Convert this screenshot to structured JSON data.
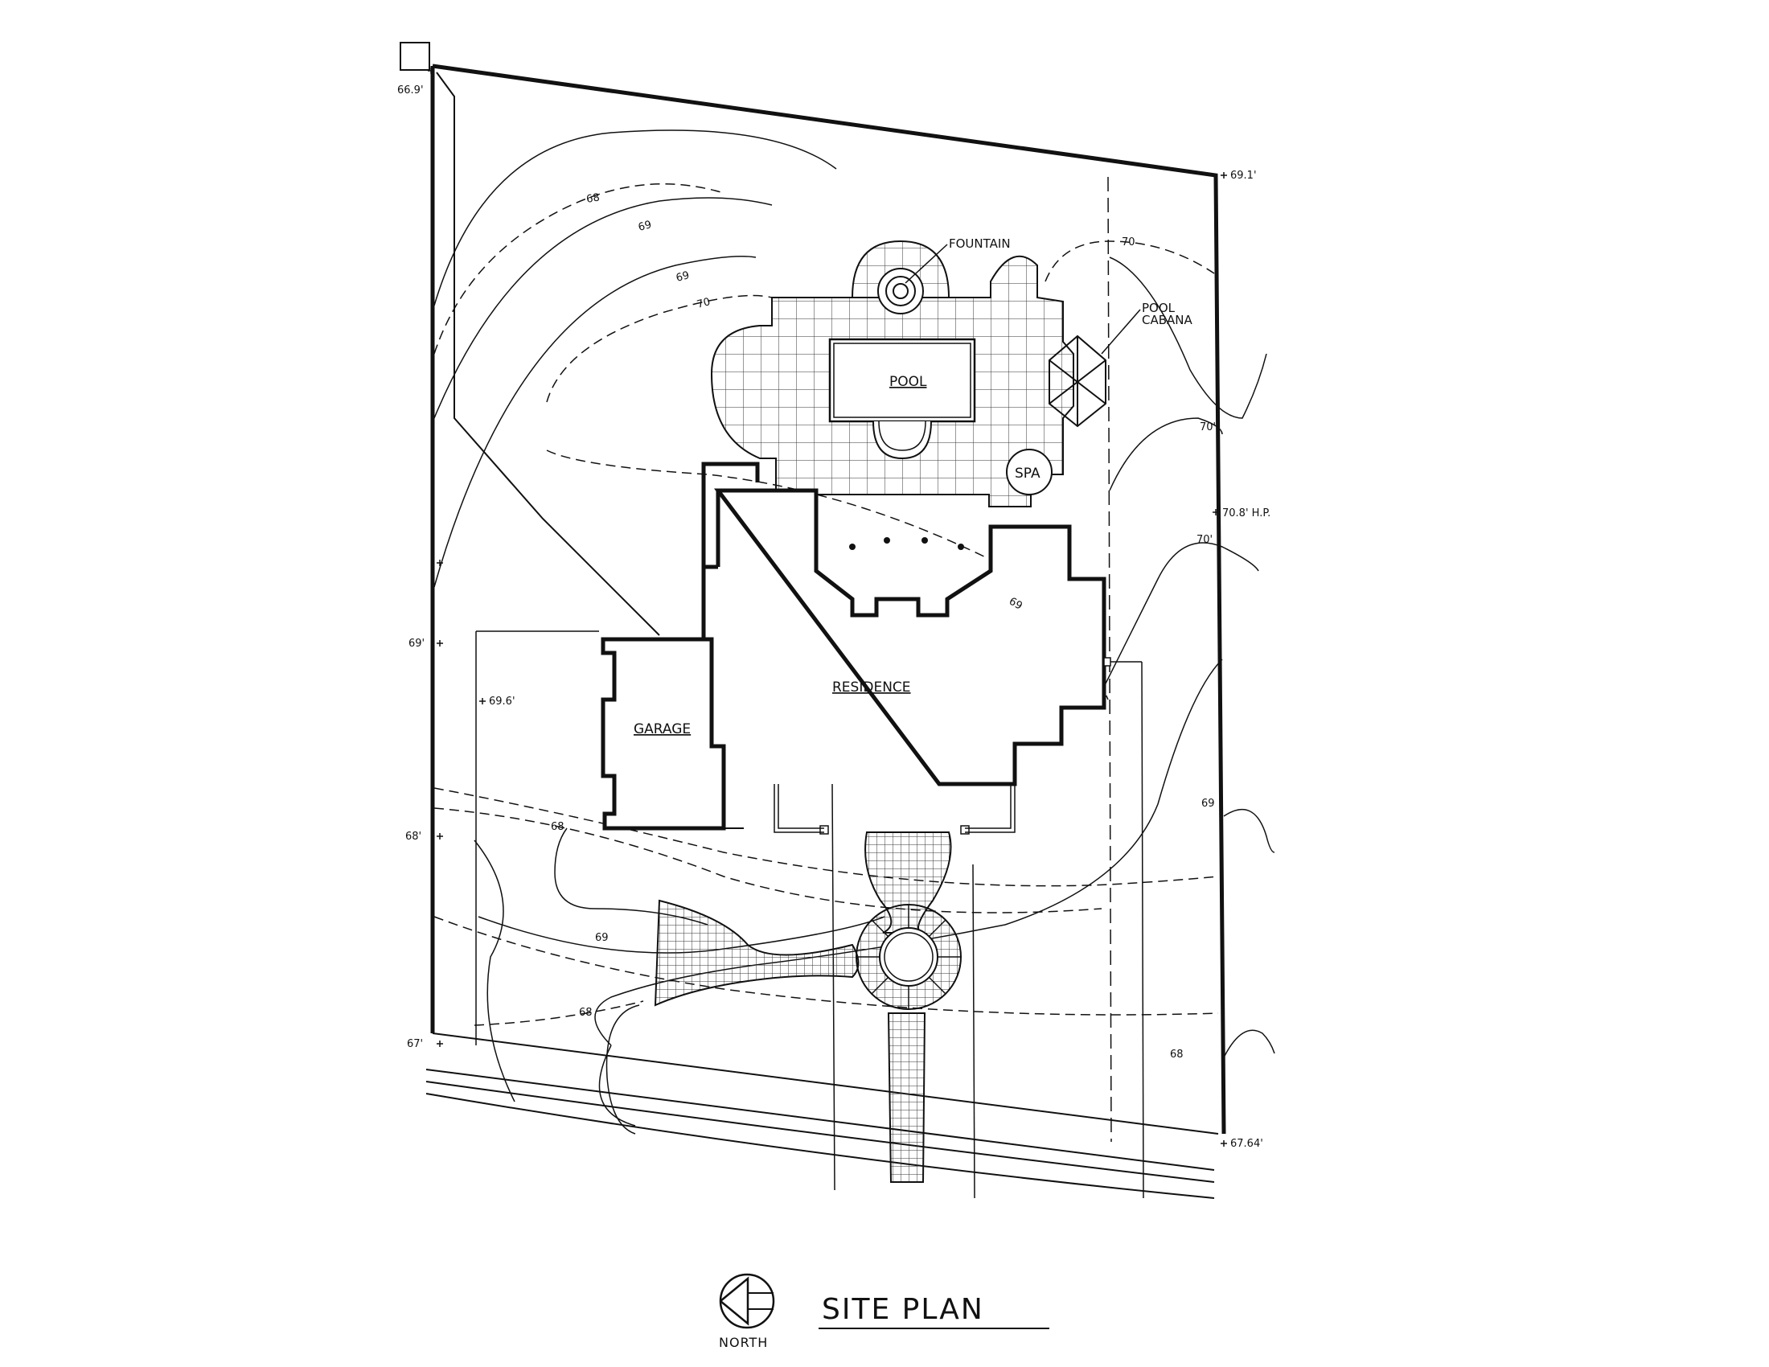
{
  "title": "SITE PLAN",
  "north_label": "NORTH",
  "rooms": {
    "pool": "POOL",
    "residence": "RESIDENCE",
    "garage": "GARAGE",
    "spa": "SPA"
  },
  "callouts": {
    "fountain": "FOUNTAIN",
    "cabana_line1": "POOL",
    "cabana_line2": "CABANA"
  },
  "spot_elevations": {
    "nw": "66.9'",
    "ne": "69.1'",
    "east_hp": "70.8' H.P.",
    "west_69": "69'",
    "interior": "69.6'",
    "west_68": "68'",
    "sw": "67'",
    "se": "67.64'"
  },
  "contour_labels": {
    "c68_top": "68",
    "c69_top": "69",
    "c69_dash_top": "69",
    "c70_top": "70",
    "c70_ne": "70",
    "c70_east1": "70'",
    "c70_east2": "70'",
    "c69_mid": "69",
    "c68_garage": "68",
    "c69_east": "69",
    "c69_south": "69",
    "c68_south": "68",
    "c68_east": "68"
  },
  "colors": {
    "ink": "#111111",
    "paper": "#ffffff"
  }
}
